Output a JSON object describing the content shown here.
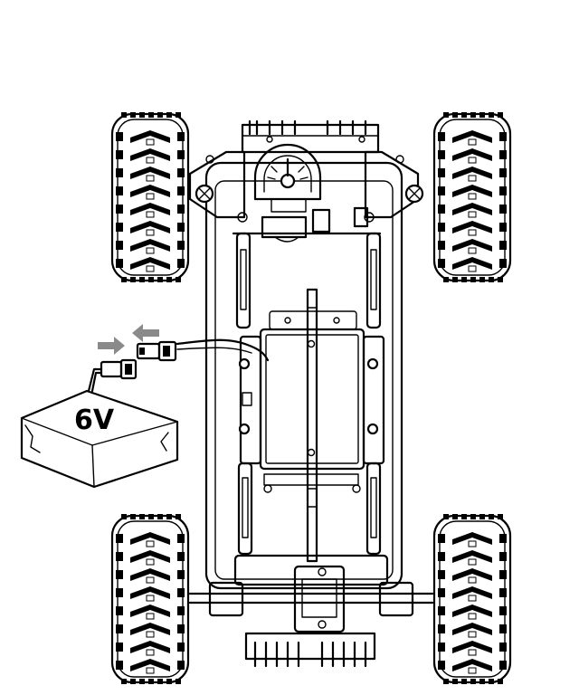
{
  "battery": {
    "voltage_label": "6V"
  },
  "colors": {
    "line": "#000000",
    "background": "#ffffff",
    "arrow": "#8a8a8a"
  },
  "icons": [
    "tire-front-left",
    "tire-front-right",
    "tire-rear-left",
    "tire-rear-right",
    "battery-pack",
    "connector-male",
    "connector-female",
    "arrow-right",
    "arrow-left",
    "servo-dial",
    "battery-compartment-lid"
  ]
}
